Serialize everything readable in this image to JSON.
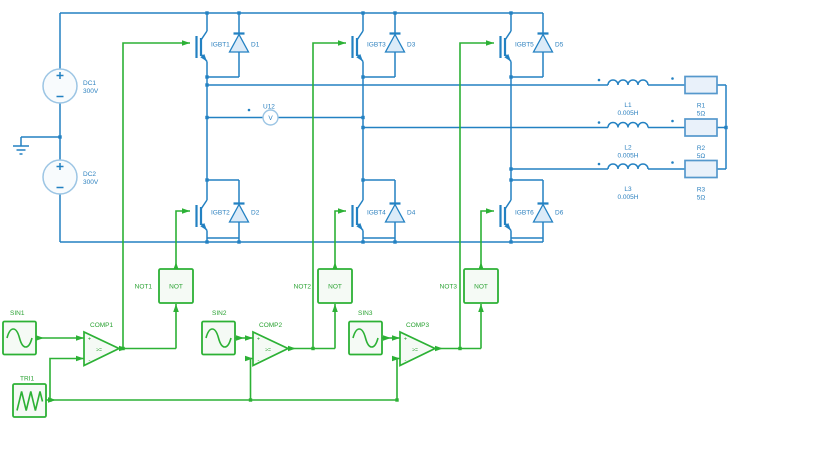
{
  "colors": {
    "power_wire": "#2381c2",
    "power_light": "#9cc5e4",
    "diode_fill": "#dcebf8",
    "control_wire": "#2cb135",
    "block_fill": "#f5faf5",
    "background": "#ffffff"
  },
  "power": {
    "sources": [
      {
        "label": "DC1",
        "value": "300V"
      },
      {
        "label": "DC2",
        "value": "300V"
      }
    ],
    "igbts": [
      "IGBT1",
      "IGBT2",
      "IGBT3",
      "IGBT4",
      "IGBT5",
      "IGBT6"
    ],
    "diodes": [
      "D1",
      "D2",
      "D3",
      "D4",
      "D5",
      "D6"
    ],
    "voltmeter": {
      "label": "U12",
      "glyph": "V"
    },
    "inductors": [
      {
        "label": "L1",
        "value": "0.005H"
      },
      {
        "label": "L2",
        "value": "0.005H"
      },
      {
        "label": "L3",
        "value": "0.005H"
      }
    ],
    "resistors": [
      {
        "label": "R1",
        "value": "5Ω"
      },
      {
        "label": "R2",
        "value": "5Ω"
      },
      {
        "label": "R3",
        "value": "5Ω"
      }
    ]
  },
  "control": {
    "sine_sources": [
      "SIN1",
      "SIN2",
      "SIN3"
    ],
    "triangle_source": "TRI1",
    "comparators": [
      {
        "label": "COMP1",
        "plus": "+",
        "minus": "-",
        "op": ">="
      },
      {
        "label": "COMP2",
        "plus": "+",
        "minus": "-",
        "op": ">="
      },
      {
        "label": "COMP3",
        "plus": "+",
        "minus": "-",
        "op": ">="
      }
    ],
    "not_gates": [
      {
        "label": "NOT1",
        "text": "NOT"
      },
      {
        "label": "NOT2",
        "text": "NOT"
      },
      {
        "label": "NOT3",
        "text": "NOT"
      }
    ]
  }
}
